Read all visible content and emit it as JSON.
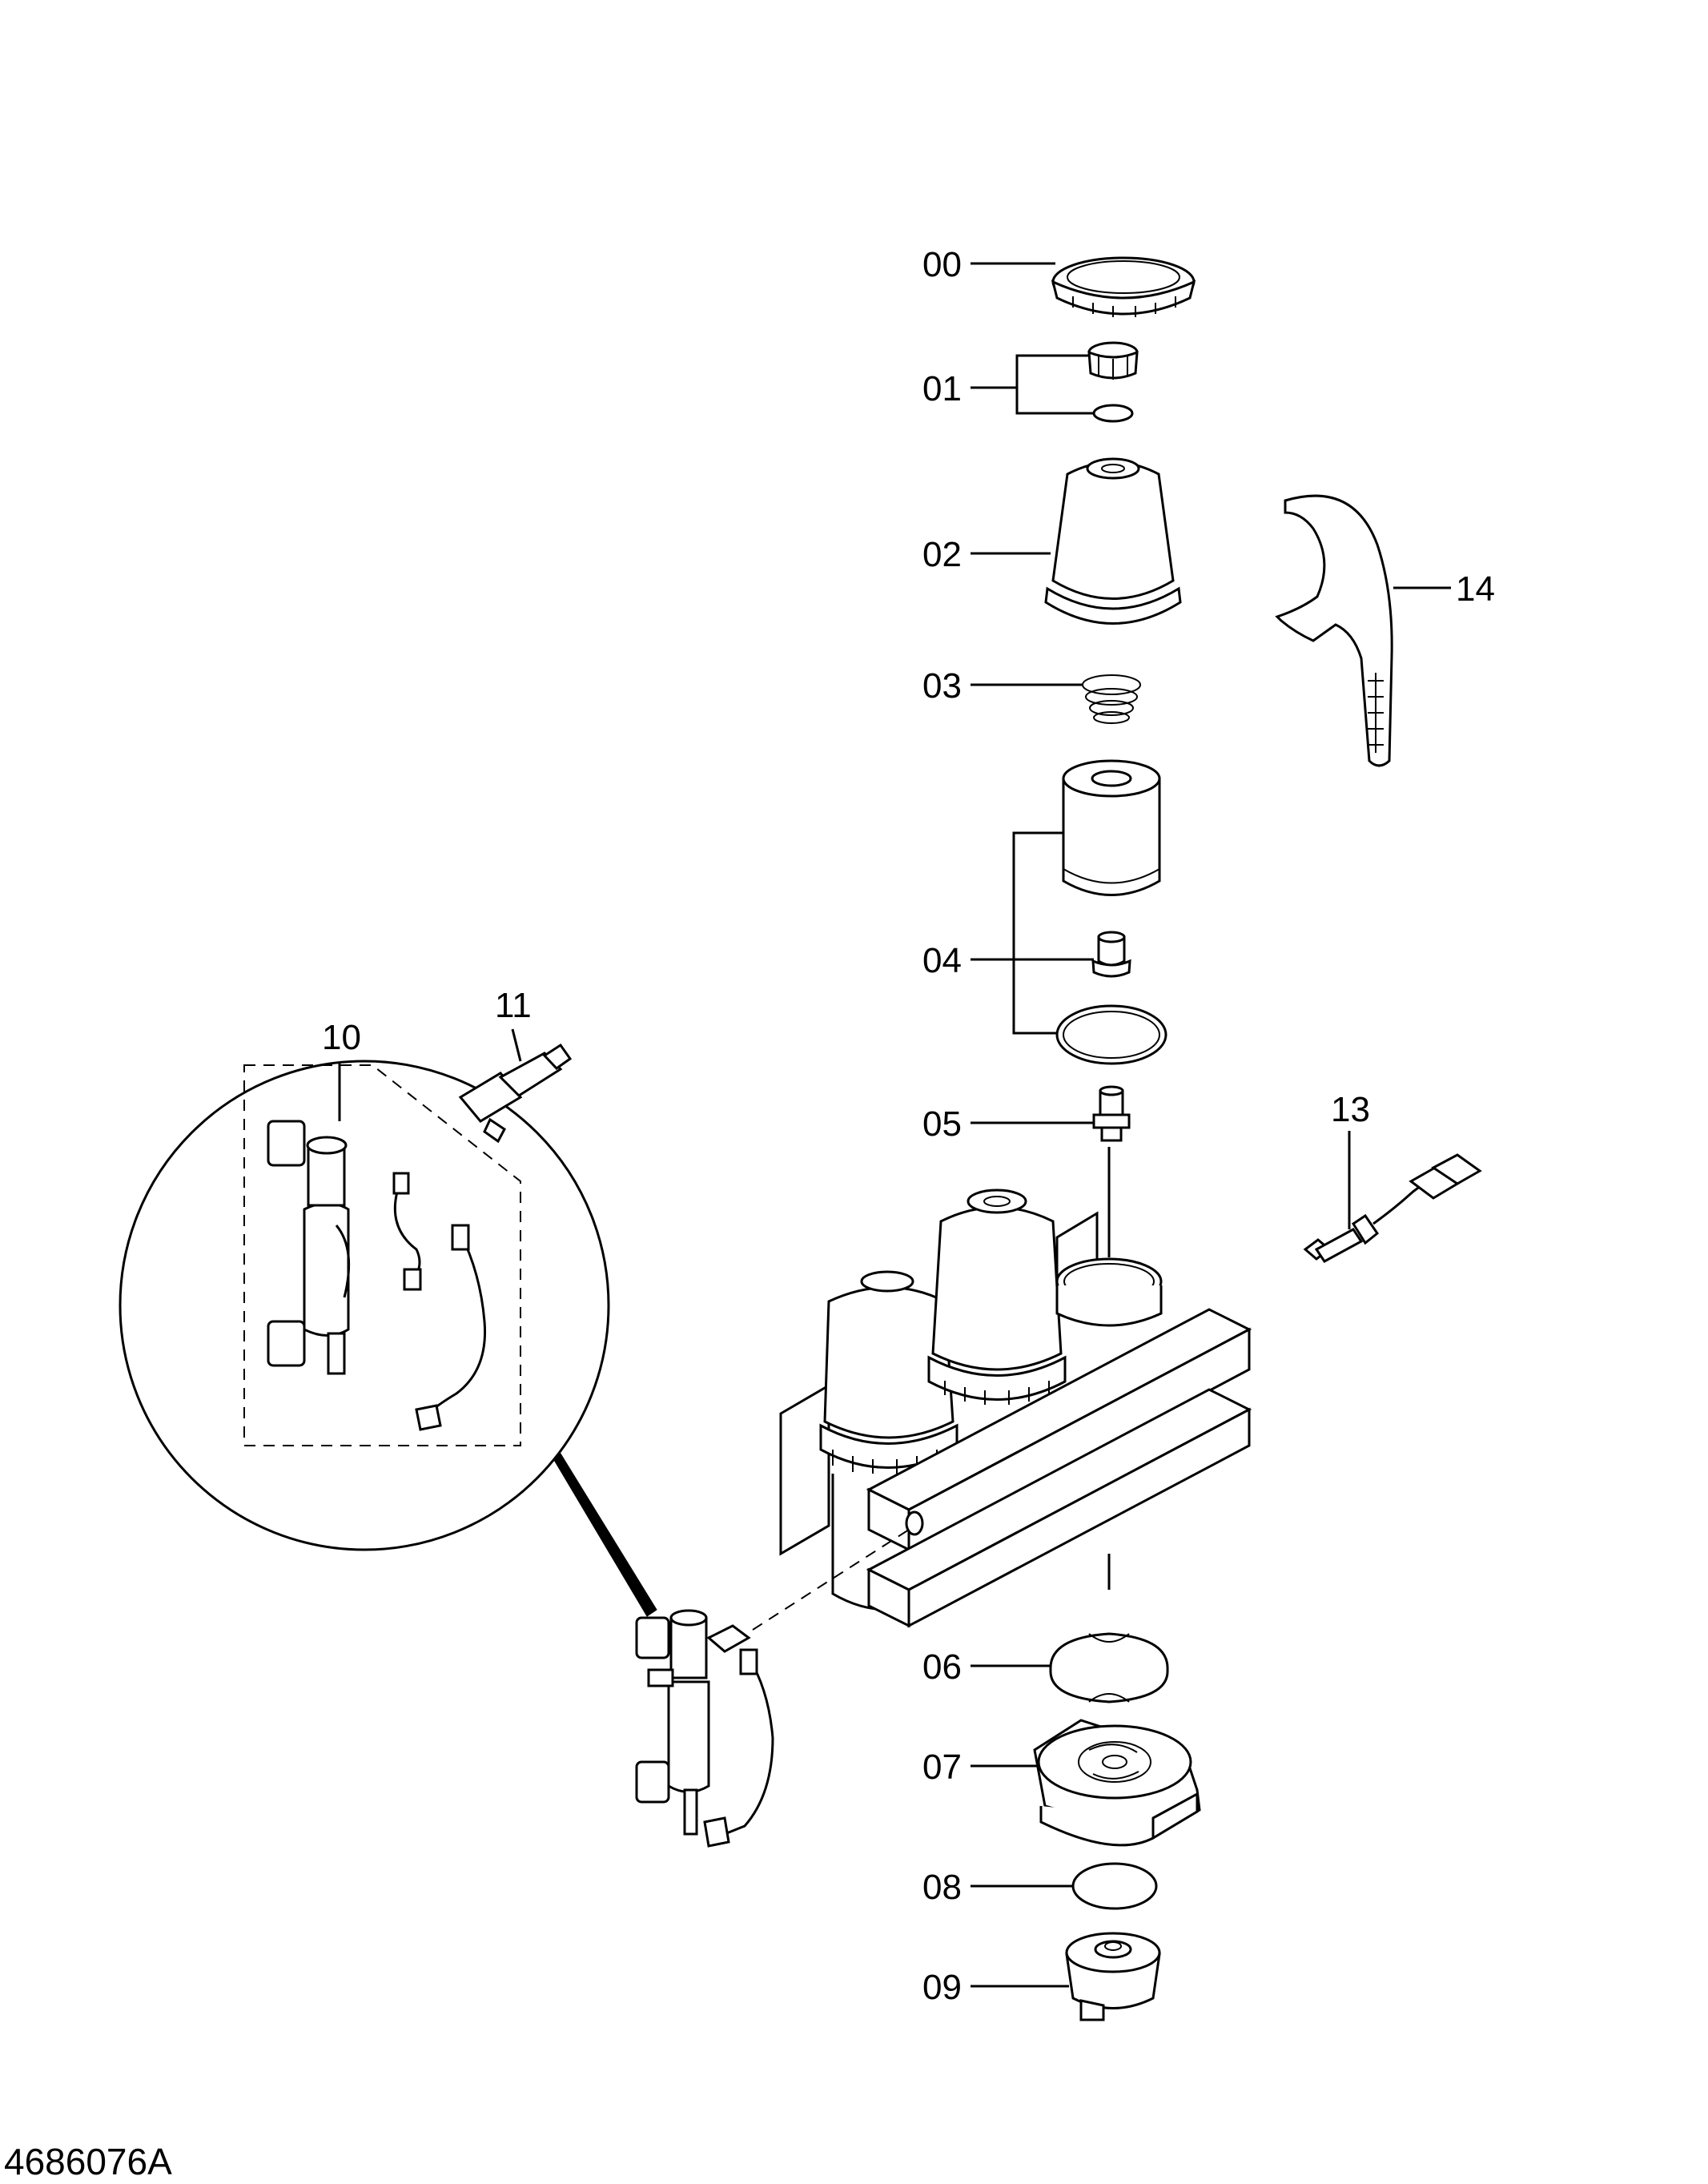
{
  "figure_id": "4686076A",
  "callouts": {
    "p00": "00",
    "p01": "01",
    "p02": "02",
    "p03": "03",
    "p04": "04",
    "p05": "05",
    "p06": "06",
    "p07": "07",
    "p08": "08",
    "p09": "09",
    "p10": "10",
    "p11": "11",
    "p13": "13",
    "p14": "14"
  }
}
